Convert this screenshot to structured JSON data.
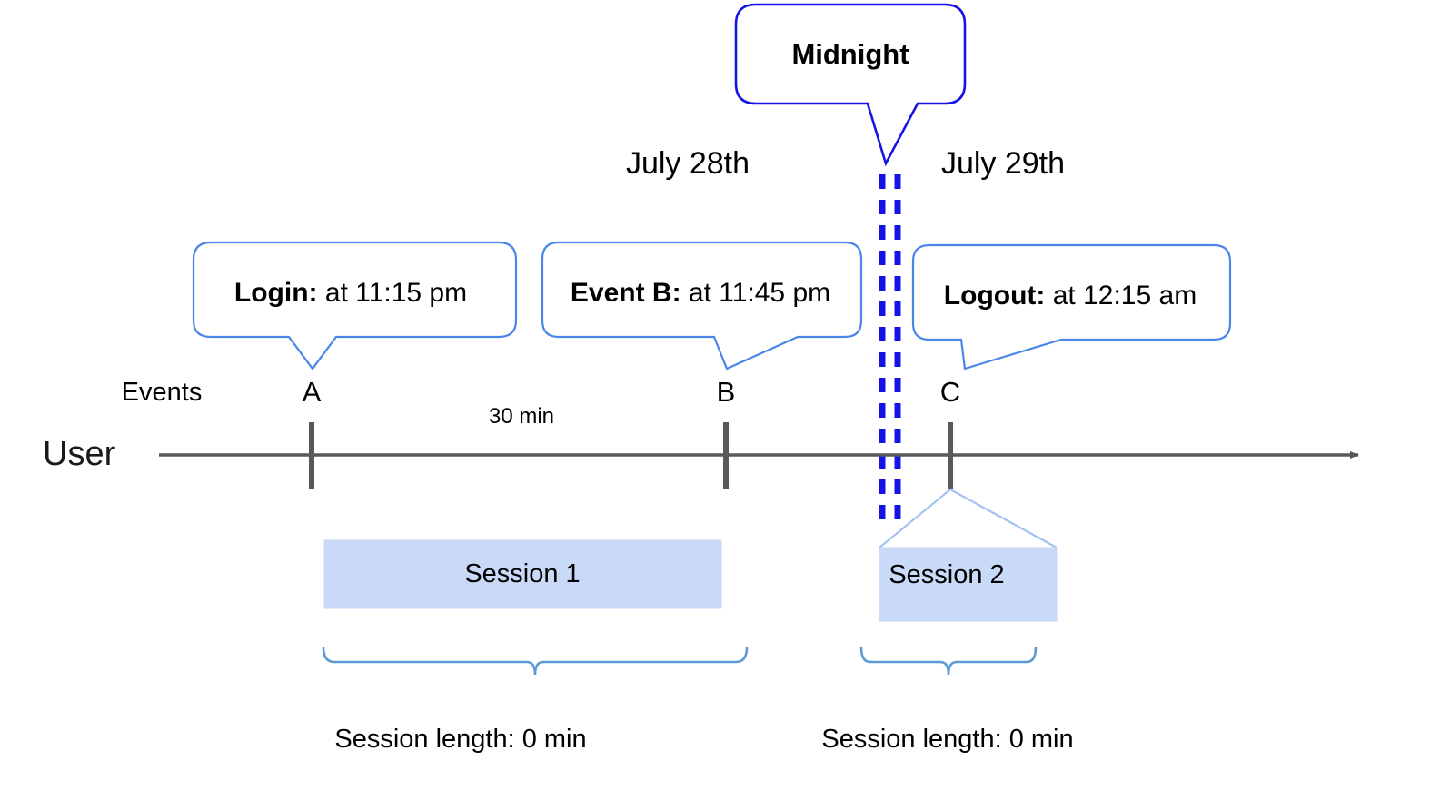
{
  "diagram": {
    "title_elements": {
      "midnight_badge": "Midnight",
      "date_left": "July 28th",
      "date_right": "July 29th"
    },
    "axis": {
      "user_label": "User",
      "events_label": "Events",
      "gap_label": "30 min"
    },
    "events": [
      {
        "letter": "A",
        "callout_bold": "Login:",
        "callout_rest": " at 11:15 pm"
      },
      {
        "letter": "B",
        "callout_bold": "Event B:",
        "callout_rest": " at 11:45 pm"
      },
      {
        "letter": "C",
        "callout_bold": "Logout:",
        "callout_rest": " at 12:15 am"
      }
    ],
    "sessions": [
      {
        "name": "Session 1",
        "length_label": "Session length: 0 min"
      },
      {
        "name": "Session 2",
        "length_label": "Session length: 0 min"
      }
    ],
    "colors": {
      "callout_border": "#4a86e8",
      "midnight_border": "#1414e6",
      "midnight_dash": "#1414e6",
      "session_fill": "#c9daf8",
      "session_edge": "#a4c2f4",
      "axis_line": "#595959",
      "tick": "#595959",
      "brace": "#5b9bd5",
      "text": "#000000",
      "background": "#ffffff"
    }
  }
}
